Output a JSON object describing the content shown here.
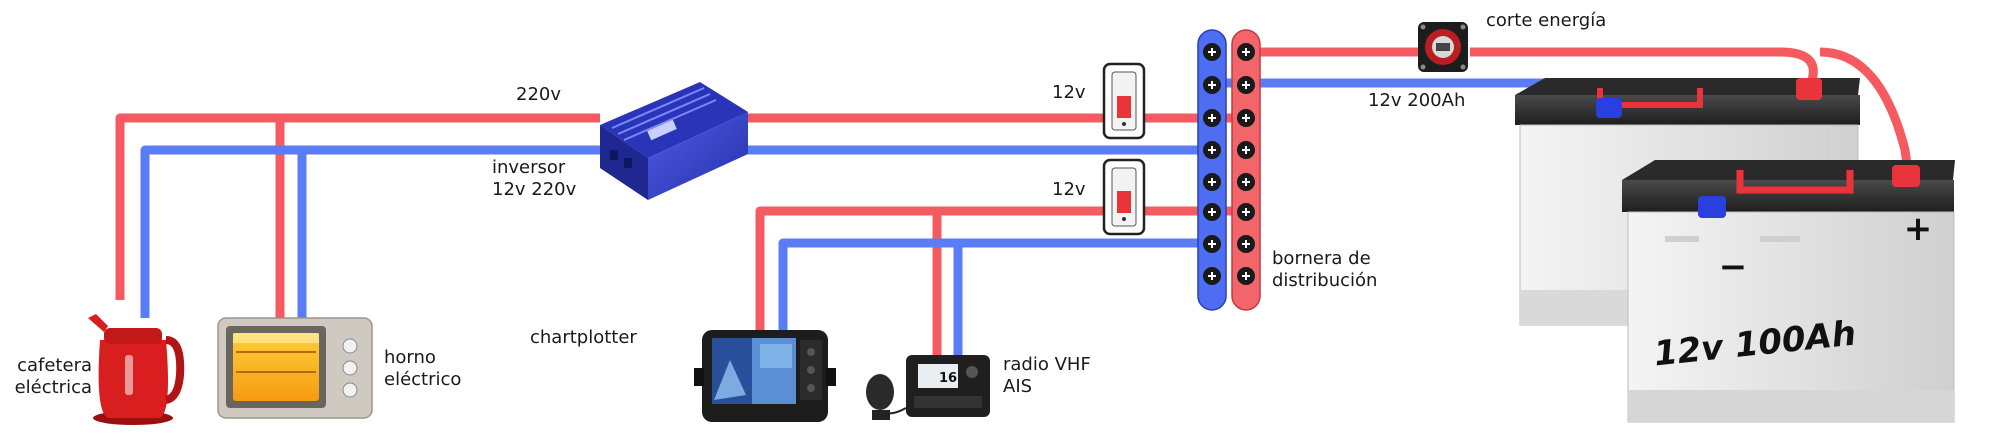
{
  "colors": {
    "positive_wire": "#f45a5f",
    "negative_wire": "#5b7cf7",
    "negative_bar": "#4d6df2",
    "positive_bar": "#f2656a",
    "inverter": "#3b47d6",
    "battery_terminal_red": "#e8343a",
    "battery_terminal_blue": "#2a3fe0",
    "kettle": "#d81e1e"
  },
  "labels": {
    "v220": "220v",
    "inverter_line1": "inversor",
    "inverter_line2": "12v 220v",
    "breaker_top": "12v",
    "breaker_bottom": "12v",
    "bus_line1": "bornera de",
    "bus_line2": "distribución",
    "switch": "corte energía",
    "bank": "12v 200Ah",
    "kettle_line1": "cafetera",
    "kettle_line2": "eléctrica",
    "oven_line1": "horno",
    "oven_line2": "eléctrico",
    "chartplotter": "chartplotter",
    "radio_line1": "radio VHF",
    "radio_line2": "AIS",
    "radio_display": "16",
    "battery_label": "12v 100Ah",
    "battery_plus": "+",
    "battery_minus": "−"
  },
  "icons": {
    "inverter": "inverter-icon",
    "breaker": "circuit-breaker-icon",
    "switch": "battery-switch-icon",
    "battery": "battery-icon",
    "kettle": "kettle-icon",
    "oven": "oven-icon",
    "chartplotter": "chartplotter-icon",
    "radio": "vhf-radio-icon"
  }
}
